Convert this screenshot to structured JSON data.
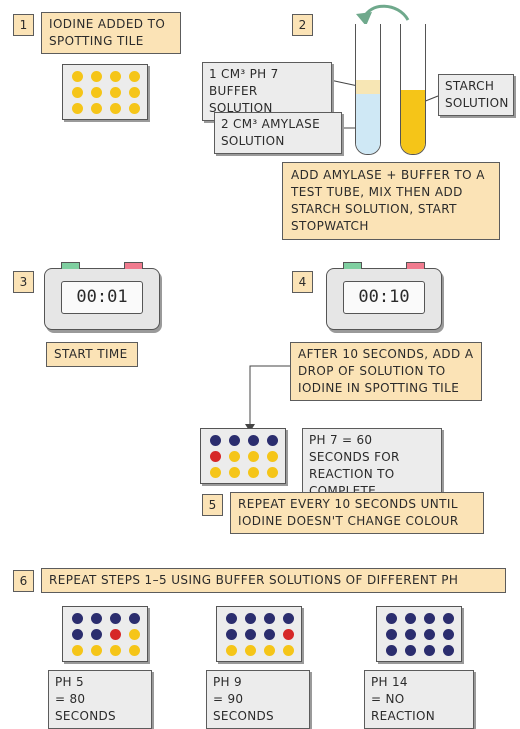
{
  "step1": {
    "number": "1",
    "text": "Iodine added to spotting tile"
  },
  "step2": {
    "number": "2",
    "buffer_label": "1 cm³ pH 7 buffer solution",
    "amylase_label": "2 cm³ amylase solution",
    "starch_label": "Starch solution",
    "instruction": "Add amylase + buffer to a test tube, mix then add starch solution, start stopwatch"
  },
  "step3": {
    "number": "3",
    "time": "00:01",
    "caption": "Start time"
  },
  "step4": {
    "number": "4",
    "time": "00:10",
    "instruction": "After 10 seconds, add a drop of solution to iodine in spotting tile",
    "result": "pH 7 = 60 seconds for reaction to complete"
  },
  "step5": {
    "number": "5",
    "text": "Repeat every 10 seconds until iodine doesn't change colour"
  },
  "step6": {
    "number": "6",
    "text": "Repeat steps 1–5 using buffer solutions of different pH",
    "results": [
      {
        "line1": "pH 5",
        "line2": "= 80 seconds"
      },
      {
        "line1": "pH 9",
        "line2": "= 90 seconds"
      },
      {
        "line1": "pH 14",
        "line2": "= no reaction"
      }
    ]
  },
  "colors": {
    "iodine_yellow": "#f5c518",
    "blue_black": "#2b2d6e",
    "red": "#d62828",
    "amylase_blue": "#cfe8f5",
    "buffer_cream": "#f7e6b4"
  }
}
